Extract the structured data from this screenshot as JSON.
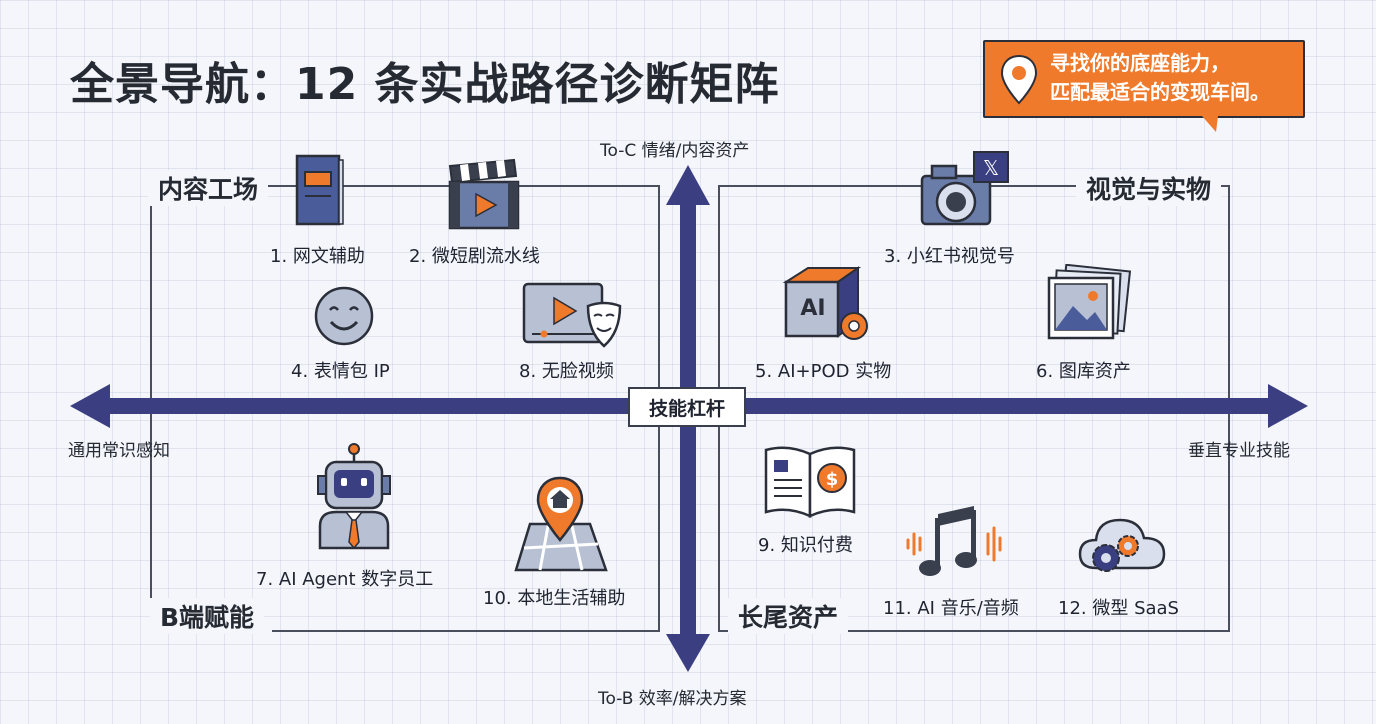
{
  "title": "全景导航：12 条实战路径诊断矩阵",
  "callout": {
    "line1": "寻找你的底座能力，",
    "line2": "匹配最适合的变现车间。",
    "icon": "map-pin-icon"
  },
  "axes": {
    "top": "To-C 情绪/内容资产",
    "bottom": "To-B 效率/解决方案",
    "left": "通用常识感知",
    "right": "垂直专业技能",
    "center": "技能杠杆"
  },
  "quadrants": {
    "top_left": "内容工场",
    "top_right": "视觉与实物",
    "bottom_left": "B端赋能",
    "bottom_right": "长尾资产"
  },
  "items": {
    "i1": "1. 网文辅助",
    "i2": "2. 微短剧流水线",
    "i3": "3. 小红书视觉号",
    "i4": "4. 表情包 IP",
    "i5": "5. AI+POD 实物",
    "i6": "6. 图库资产",
    "i7": "7. AI Agent 数字员工",
    "i8": "8. 无脸视频",
    "i9": "9. 知识付费",
    "i10": "10. 本地生活辅助",
    "i11": "11. AI 音乐/音频",
    "i12": "12. 微型 SaaS"
  },
  "icon_texts": {
    "ai_box": "AI",
    "x_logo": "𝕏"
  },
  "colors": {
    "navy": "#3b3f82",
    "orange": "#f07a2b",
    "slate": "#5f6b8a",
    "light": "#d9dfec"
  }
}
